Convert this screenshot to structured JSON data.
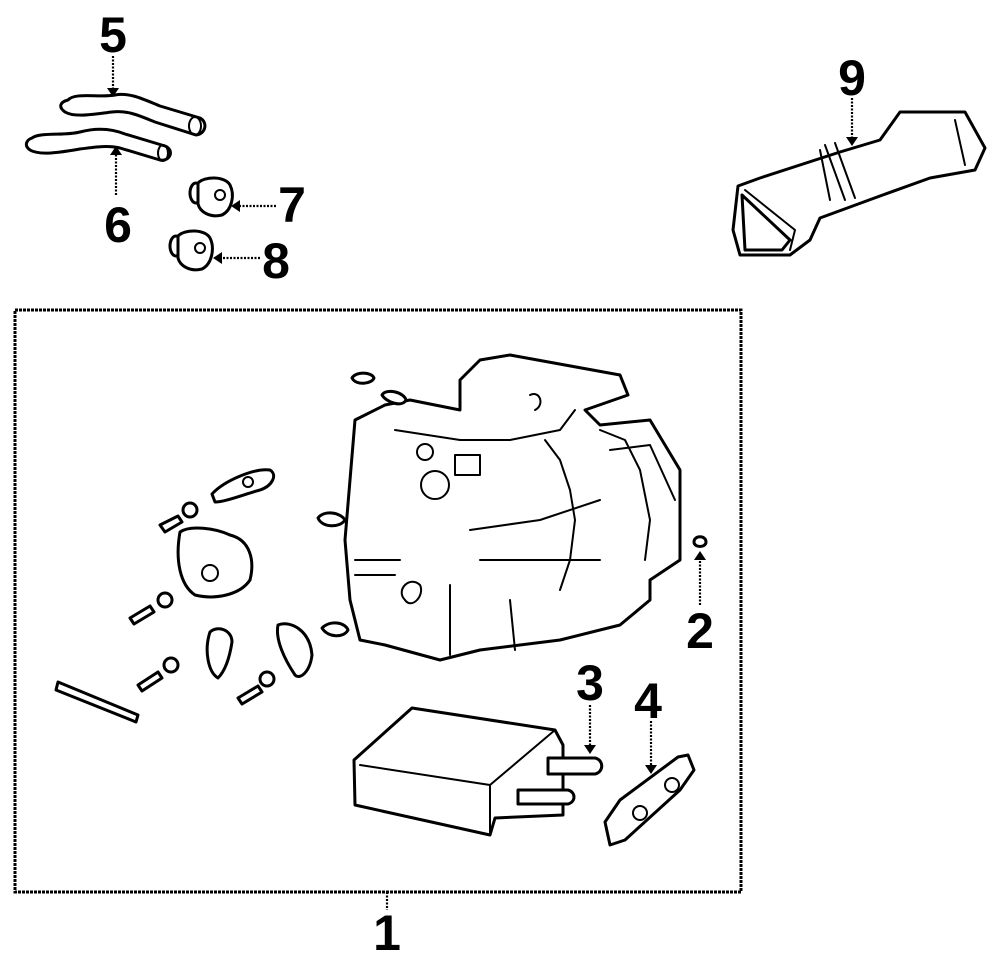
{
  "diagram": {
    "title": "Heater assembly exploded parts view",
    "style": "black line art on white",
    "colors": {
      "line": "#000000",
      "background": "#ffffff"
    },
    "callouts": [
      {
        "number": "1",
        "part": "heater-case-assembly"
      },
      {
        "number": "2",
        "part": "clip"
      },
      {
        "number": "3",
        "part": "heater-core"
      },
      {
        "number": "4",
        "part": "core-bracket"
      },
      {
        "number": "5",
        "part": "inlet-hose"
      },
      {
        "number": "6",
        "part": "outlet-hose"
      },
      {
        "number": "7",
        "part": "grommet-upper"
      },
      {
        "number": "8",
        "part": "grommet-lower"
      },
      {
        "number": "9",
        "part": "air-duct"
      }
    ]
  }
}
